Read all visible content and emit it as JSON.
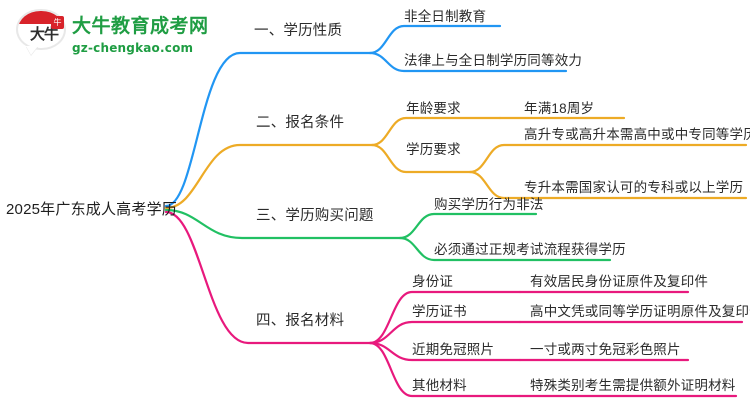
{
  "logo": {
    "mark_text": "大牛",
    "seal_text": "牛",
    "brand_cn": "大牛教育成考网",
    "brand_en": "gz-chengkao.com",
    "brand_color": "#1f9d43",
    "mark_color": "#d8232a"
  },
  "mindmap": {
    "root": {
      "label": "2025年广东成人高考学历"
    },
    "branches": [
      {
        "label": "一、学历性质",
        "color": "#2196f3",
        "children": [
          {
            "label": "非全日制教育",
            "children": []
          },
          {
            "label": "法律上与全日制学历同等效力",
            "children": []
          }
        ]
      },
      {
        "label": "二、报名条件",
        "color": "#edab26",
        "children": [
          {
            "label": "年龄要求",
            "children": [
              {
                "label": "年满18周岁"
              }
            ]
          },
          {
            "label": "学历要求",
            "children": [
              {
                "label": "高升专或高升本需高中或中专同等学历"
              },
              {
                "label": "专升本需国家认可的专科或以上学历"
              }
            ]
          }
        ]
      },
      {
        "label": "三、学历购买问题",
        "color": "#21c063",
        "children": [
          {
            "label": "购买学历行为非法",
            "children": []
          },
          {
            "label": "必须通过正规考试流程获得学历",
            "children": []
          }
        ]
      },
      {
        "label": "四、报名材料",
        "color": "#e8197d",
        "children": [
          {
            "label": "身份证",
            "children": [
              {
                "label": "有效居民身份证原件及复印件"
              }
            ]
          },
          {
            "label": "学历证书",
            "children": [
              {
                "label": "高中文凭或同等学历证明原件及复印件"
              }
            ]
          },
          {
            "label": "近期免冠照片",
            "children": [
              {
                "label": "一寸或两寸免冠彩色照片"
              }
            ]
          },
          {
            "label": "其他材料",
            "children": [
              {
                "label": "特殊类别考生需提供额外证明材料"
              }
            ]
          }
        ]
      }
    ]
  }
}
